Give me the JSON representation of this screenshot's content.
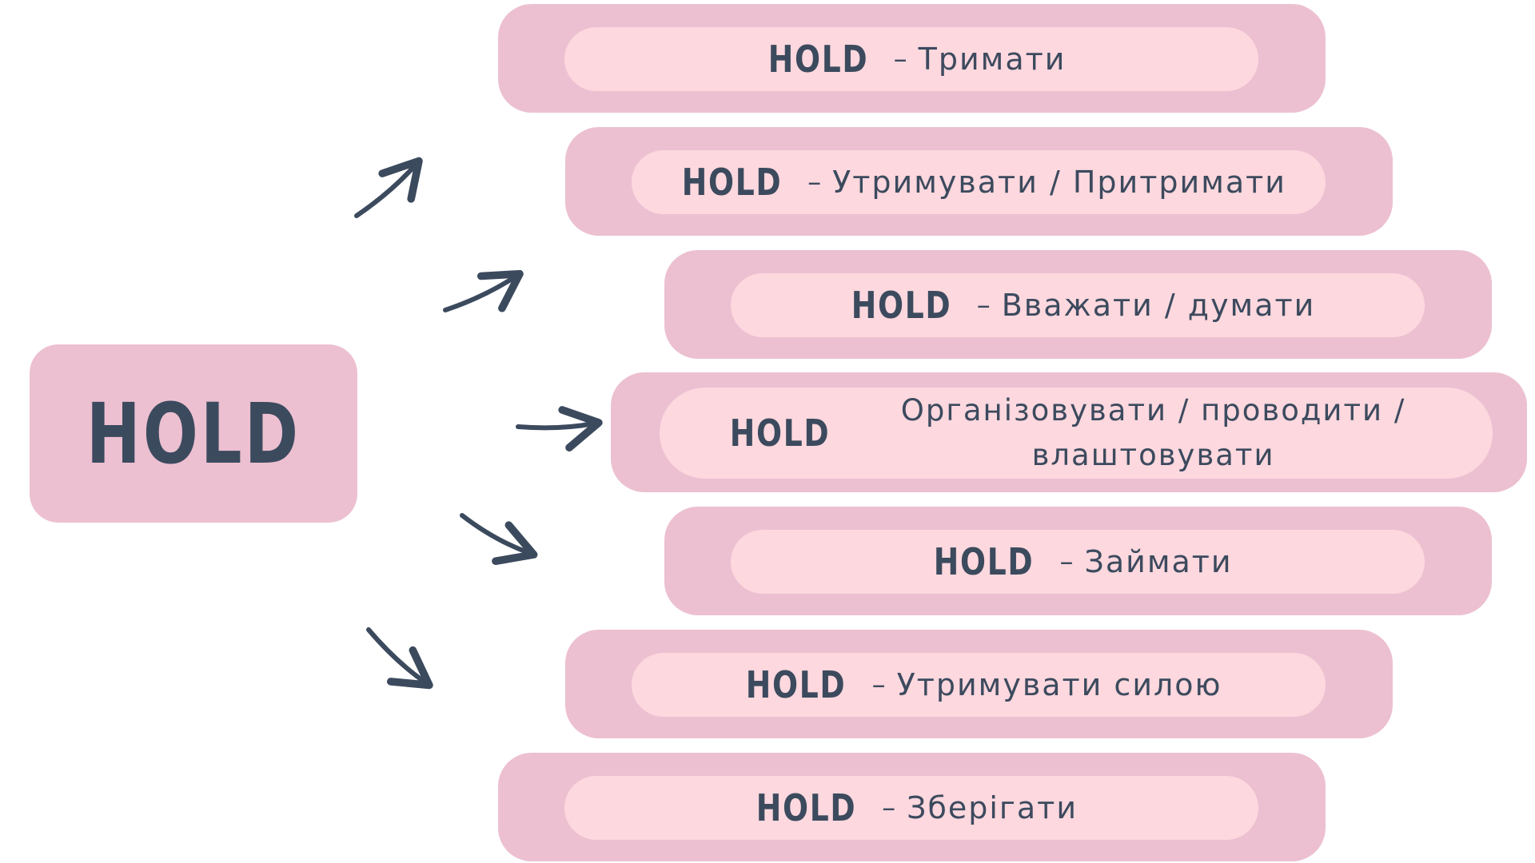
{
  "main": {
    "word": "HOLD"
  },
  "items": [
    {
      "term": "HOLD",
      "dash": "–",
      "meaning": "Тримати"
    },
    {
      "term": "HOLD",
      "dash": "–",
      "meaning": "Утримувати / Притримати"
    },
    {
      "term": "HOLD",
      "dash": "–",
      "meaning": "Вважати / думати"
    },
    {
      "term": "HOLD",
      "dash": "",
      "meaning": "Організовувати / проводити / влаштовувати"
    },
    {
      "term": "HOLD",
      "dash": "–",
      "meaning": "Займати"
    },
    {
      "term": "HOLD",
      "dash": "–",
      "meaning": "Утримувати силою"
    },
    {
      "term": "HOLD",
      "dash": "–",
      "meaning": "Зберігати"
    }
  ],
  "colors": {
    "outer_box": "#ecc0d1",
    "inner_pill": "#fdd8de",
    "text": "#3c4a5e",
    "arrow": "#3c4a5e"
  },
  "icons": [
    "arrow-up-right-icon",
    "arrow-right-icon",
    "arrow-down-right-icon"
  ]
}
